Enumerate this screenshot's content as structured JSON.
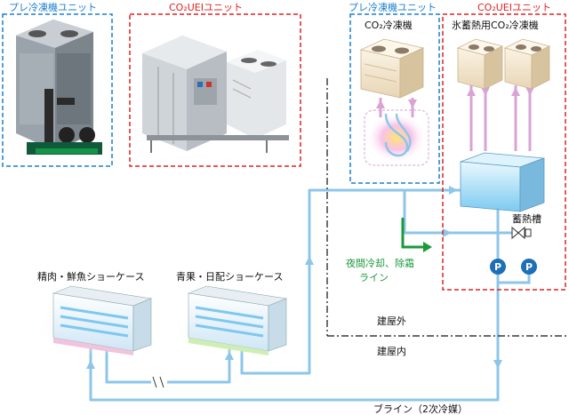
{
  "labels": {
    "pre_unit_left": "プレ冷凍機ユニット",
    "co2_unit_left": "CO₂UEIユニット",
    "pre_unit_right": "プレ冷凍機ユニット",
    "co2_unit_right": "CO₂UEIユニット",
    "co2_refrigerator": "CO₂冷凍機",
    "ice_co2_refrigerator": "氷蓄熱用CO₂冷凍機",
    "storage_tank": "蓄熱槽",
    "night_cooling_line1": "夜間冷却、除霜",
    "night_cooling_line2": "ライン",
    "case_meat_fish": "精肉・鮮魚ショーケース",
    "case_veg_daily": "青果・日配ショーケース",
    "outside": "建屋外",
    "inside": "建屋内",
    "brine": "ブライン（2次冷媒）"
  },
  "colors": {
    "blue_frame": "#1a7fd0",
    "red_frame": "#e02020",
    "pipe": "#8ec6e8",
    "pink_line": "#d9a3d6",
    "green_arrow": "#1a9a3a"
  }
}
